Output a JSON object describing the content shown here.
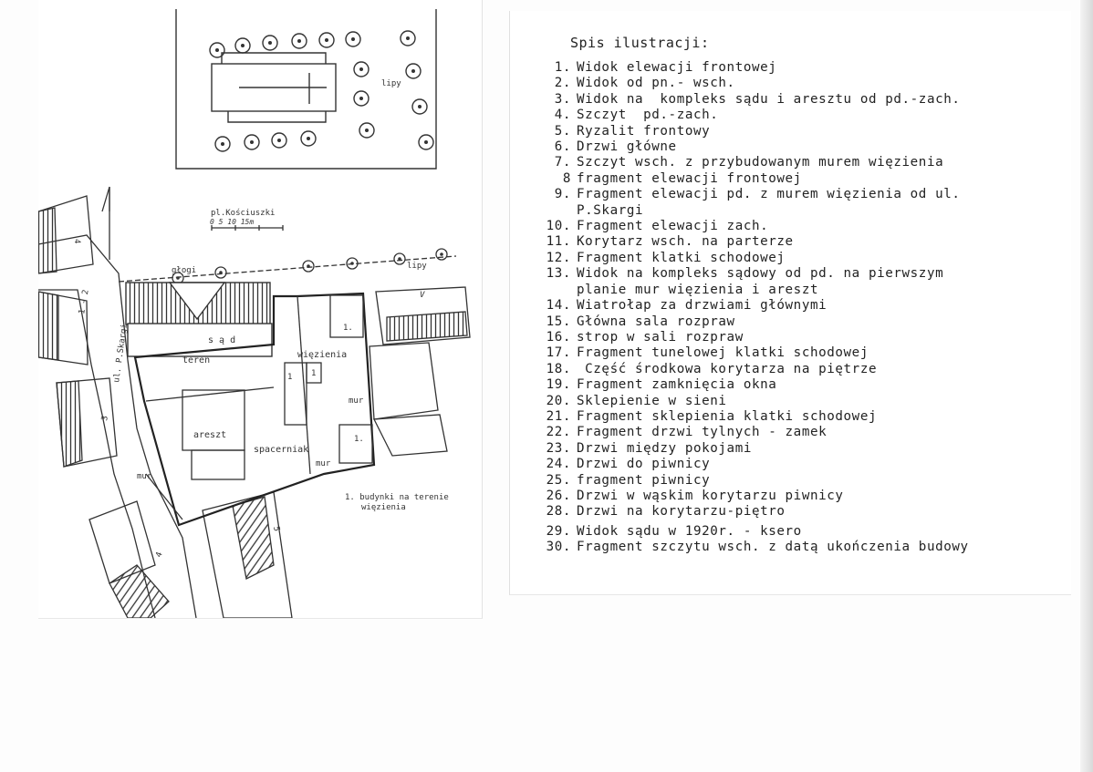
{
  "map": {
    "square_name": "pl.Kościuszki",
    "scale_label": "0   5   10   15m",
    "street_label": "ul. P.Skargi",
    "trees_label_1": "lipy",
    "trees_label_2": "głogi",
    "trees_label_3": "lipy",
    "building_sad": "s ą d",
    "building_teren": "teren",
    "building_wiezienia": "więzienia",
    "building_areszt": "areszt",
    "building_spacerniak": "spacerniak",
    "mur_1": "mur",
    "mur_2": "mur",
    "mur_3": "mur",
    "num_1a": "1.",
    "num_1b": "1",
    "num_1c": "1",
    "num_1d": "1.",
    "num_v": "V",
    "num_4_top": "4",
    "num_1_2": "1 - 2",
    "num_3": "3",
    "num_4_bottom": "4",
    "num_5": "5",
    "legend_line1": "1. budynki  na terenie",
    "legend_line2": "więzienia"
  },
  "list": {
    "title": "Spis ilustracji:",
    "items": [
      {
        "num": "1.",
        "text": "Widok elewacji frontowej"
      },
      {
        "num": "2.",
        "text": "Widok od pn.- wsch."
      },
      {
        "num": "3.",
        "text": "Widok na  kompleks sądu i aresztu od pd.-zach."
      },
      {
        "num": "4.",
        "text": "Szczyt  pd.-zach."
      },
      {
        "num": "5.",
        "text": "Ryzalit frontowy"
      },
      {
        "num": "6.",
        "text": "Drzwi główne"
      },
      {
        "num": "7.",
        "text": "Szczyt wsch. z przybudowanym murem więzienia"
      },
      {
        "num": "8",
        "text": "fragment elewacji frontowej"
      },
      {
        "num": "9.",
        "text": "Fragment elewacji pd. z murem więzienia od ul."
      },
      {
        "num": "",
        "text": "P.Skargi"
      },
      {
        "num": "10.",
        "text": "Fragment elewacji zach."
      },
      {
        "num": "11.",
        "text": "Korytarz wsch. na parterze"
      },
      {
        "num": "12.",
        "text": "Fragment klatki schodowej"
      },
      {
        "num": "13.",
        "text": "Widok na kompleks sądowy od pd. na pierwszym"
      },
      {
        "num": "",
        "text": "planie mur więzienia i areszt"
      },
      {
        "num": "14.",
        "text": "Wiatrołap za drzwiami głównymi"
      },
      {
        "num": "15.",
        "text": "Główna sala rozpraw"
      },
      {
        "num": "16.",
        "text": "strop w sali rozpraw"
      },
      {
        "num": "17.",
        "text": "Fragment tunelowej klatki schodowej"
      },
      {
        "num": "18.",
        "text": " Część środkowa korytarza na piętrze"
      },
      {
        "num": "19.",
        "text": "Fragment zamknięcia okna"
      },
      {
        "num": "20.",
        "text": "Sklepienie w sieni"
      },
      {
        "num": "21.",
        "text": "Fragment sklepienia klatki schodowej"
      },
      {
        "num": "22.",
        "text": "Fragment drzwi tylnych - zamek"
      },
      {
        "num": "23.",
        "text": "Drzwi między pokojami"
      },
      {
        "num": "24.",
        "text": "Drzwi do piwnicy"
      },
      {
        "num": "25.",
        "text": "fragment piwnicy"
      },
      {
        "num": "26.",
        "text": "Drzwi w wąskim korytarzu piwnicy"
      },
      {
        "num": "28.",
        "text": "Drzwi na korytarzu-piętro"
      },
      {
        "num": "29.",
        "text": "Widok sądu w 1920r. - ksero"
      },
      {
        "num": "30.",
        "text": "Fragment szczytu wsch. z datą ukończenia budowy"
      }
    ]
  }
}
